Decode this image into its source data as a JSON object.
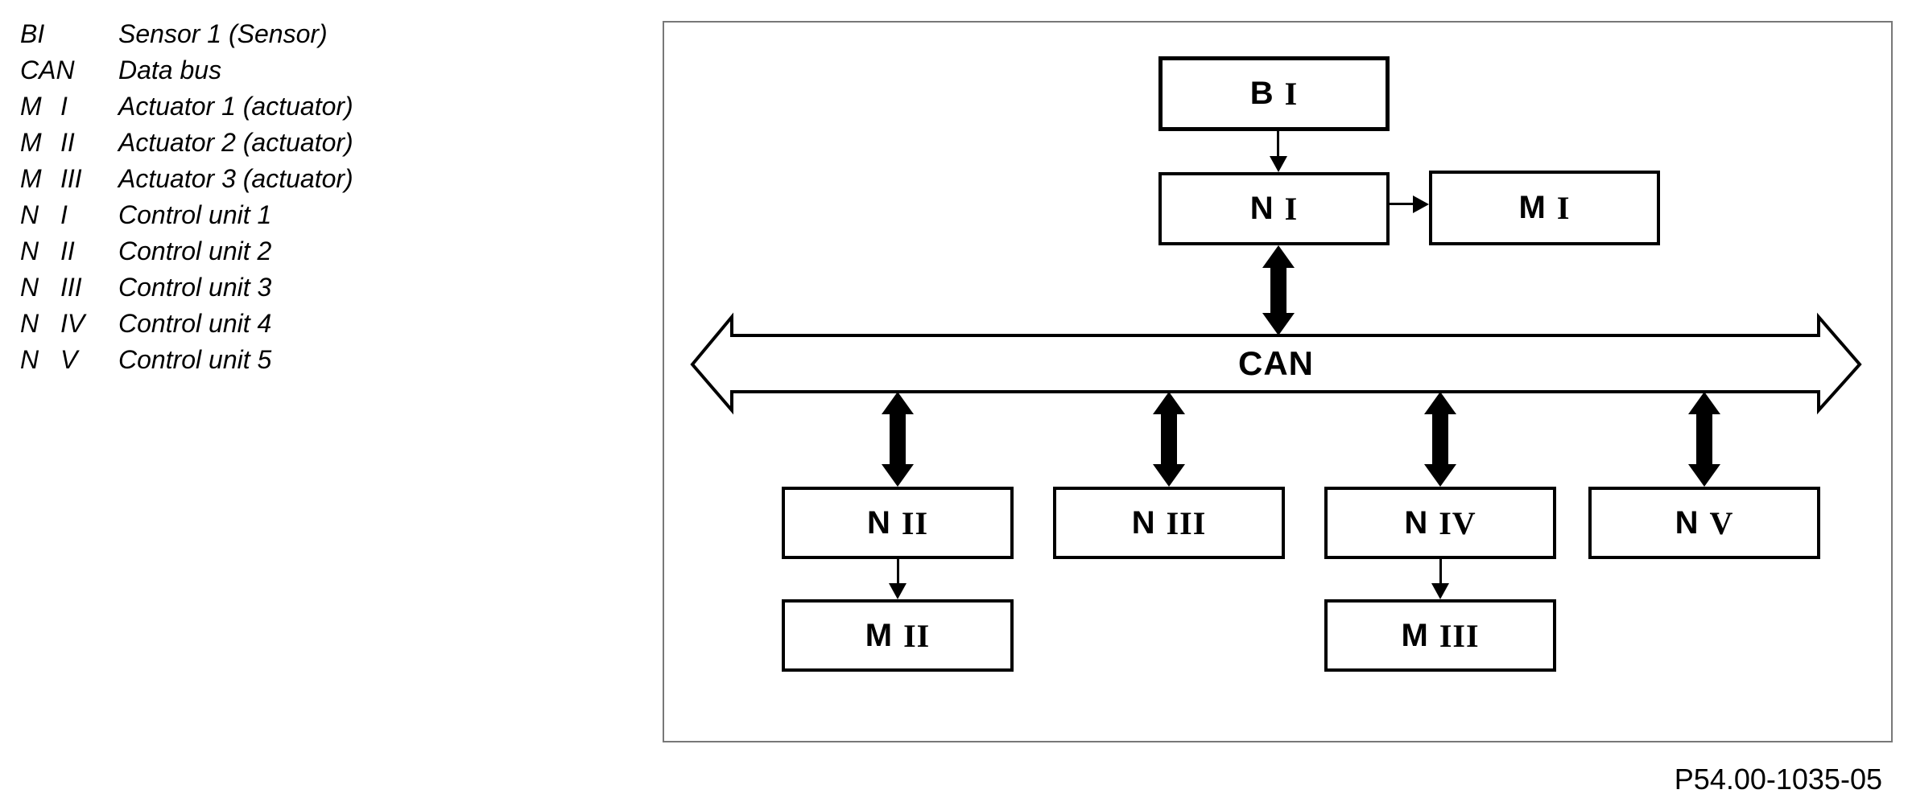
{
  "legend": {
    "rows": [
      {
        "abbr": "BI",
        "num": "",
        "desc": "Sensor 1 (Sensor)"
      },
      {
        "abbr": "CAN",
        "num": "",
        "desc": "Data bus"
      },
      {
        "abbr": "M",
        "num": "I",
        "desc": "Actuator 1 (actuator)"
      },
      {
        "abbr": "M",
        "num": "II",
        "desc": "Actuator 2 (actuator)"
      },
      {
        "abbr": "M",
        "num": "III",
        "desc": "Actuator 3 (actuator)"
      },
      {
        "abbr": "N",
        "num": "I",
        "desc": "Control unit 1"
      },
      {
        "abbr": "N",
        "num": "II",
        "desc": "Control unit 2"
      },
      {
        "abbr": "N",
        "num": "III",
        "desc": "Control unit 3"
      },
      {
        "abbr": "N",
        "num": "IV",
        "desc": "Control unit 4"
      },
      {
        "abbr": "N",
        "num": "V",
        "desc": "Control unit 5"
      }
    ]
  },
  "diagram": {
    "bus_label": "CAN",
    "boxes": {
      "b1": {
        "letter": "B",
        "numeral": "I"
      },
      "n1": {
        "letter": "N",
        "numeral": "I"
      },
      "m1": {
        "letter": "M",
        "numeral": "I"
      },
      "n2": {
        "letter": "N",
        "numeral": "II"
      },
      "n3": {
        "letter": "N",
        "numeral": "III"
      },
      "n4": {
        "letter": "N",
        "numeral": "IV"
      },
      "n5": {
        "letter": "N",
        "numeral": "V"
      },
      "m2": {
        "letter": "M",
        "numeral": "II"
      },
      "m3": {
        "letter": "M",
        "numeral": "III"
      }
    },
    "connections": [
      {
        "from": "B I",
        "to": "N I",
        "type": "arrow"
      },
      {
        "from": "N I",
        "to": "M I",
        "type": "arrow"
      },
      {
        "from": "N I",
        "to": "CAN",
        "type": "double-arrow"
      },
      {
        "from": "CAN",
        "to": "N II",
        "type": "double-arrow"
      },
      {
        "from": "CAN",
        "to": "N III",
        "type": "double-arrow"
      },
      {
        "from": "CAN",
        "to": "N IV",
        "type": "double-arrow"
      },
      {
        "from": "CAN",
        "to": "N V",
        "type": "double-arrow"
      },
      {
        "from": "N II",
        "to": "M II",
        "type": "arrow"
      },
      {
        "from": "N IV",
        "to": "M III",
        "type": "arrow"
      }
    ]
  },
  "caption": "P54.00-1035-05",
  "colors": {
    "ink": "#000000",
    "frame_border": "#787878",
    "background": "#ffffff"
  }
}
